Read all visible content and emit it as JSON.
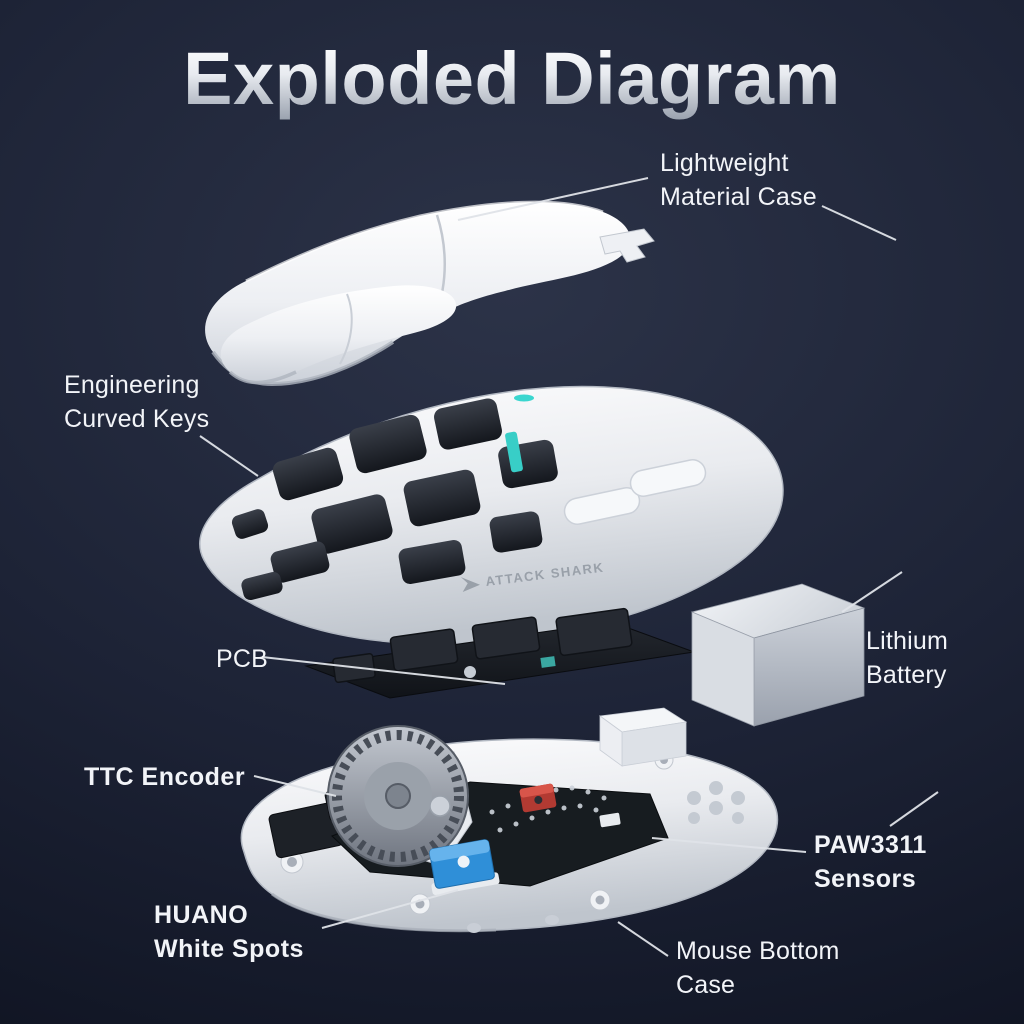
{
  "title": "Exploded Diagram",
  "brand": "ATTACK SHARK",
  "labels": {
    "lightweight_material_case": "Lightweight\nMaterial Case",
    "engineering_curved_keys": "Engineering\nCurved Keys",
    "pcb": "PCB",
    "lithium_battery": "Lithium\nBattery",
    "ttc_encoder": "TTC Encoder",
    "paw3311_sensors": "PAW3311\nSensors",
    "huano_white_spots": "HUANO\nWhite Spots",
    "mouse_bottom_case": "Mouse Bottom\nCase"
  },
  "colors": {
    "background": "#141a28",
    "title_gradient_top": "#ffffff",
    "title_gradient_bottom": "#98a0ad",
    "label_text": "#f2f4f8",
    "leader_line": "#dfe3e8",
    "mouse_shell": "#eceef2",
    "accent_teal": "#3ad6cf",
    "switch_blue": "#2f8fd8",
    "component_red": "#b23a32",
    "battery_silver": "#ced3da"
  }
}
